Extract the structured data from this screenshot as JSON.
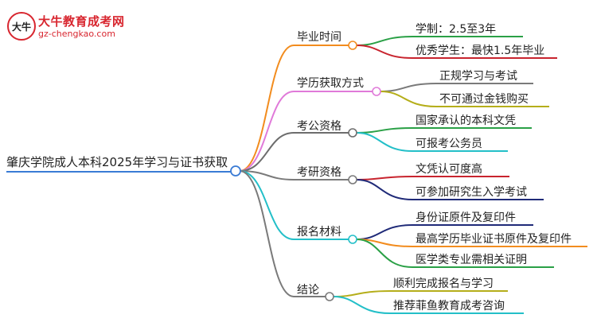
{
  "logo": {
    "badge_text": "大牛",
    "title": "大牛教育成考网",
    "url": "gz-chengkao.com"
  },
  "mindmap": {
    "root": "肇庆学院成人本科2025年学习与证书获取",
    "branches": [
      {
        "label": "毕业时间",
        "color": "#f28c1e",
        "leaves": [
          {
            "label": "学制：2.5至3年",
            "color": "#2aa046"
          },
          {
            "label": "优秀学生：最快1.5年毕业",
            "color": "#c8242e"
          }
        ]
      },
      {
        "label": "学历获取方式",
        "color": "#e07ad9",
        "leaves": [
          {
            "label": "正规学习与考试",
            "color": "#7a7a7a"
          },
          {
            "label": "不可通过金钱购买",
            "color": "#b5ae1a"
          }
        ]
      },
      {
        "label": "考公资格",
        "color": "#6d6d6d",
        "leaves": [
          {
            "label": "国家承认的本科文凭",
            "color": "#2aa046"
          },
          {
            "label": "可报考公务员",
            "color": "#23bfc8"
          }
        ]
      },
      {
        "label": "考研资格",
        "color": "#7a7a7a",
        "leaves": [
          {
            "label": "文凭认可度高",
            "color": "#c8242e"
          },
          {
            "label": "可参加研究生入学考试",
            "color": "#1f2a78"
          }
        ]
      },
      {
        "label": "报名材料",
        "color": "#23bfc8",
        "leaves": [
          {
            "label": "身份证原件及复印件",
            "color": "#1f2a78"
          },
          {
            "label": "最高学历毕业证书原件及复印件",
            "color": "#f28c1e"
          },
          {
            "label": "医学类专业需相关证明",
            "color": "#2aa046"
          }
        ]
      },
      {
        "label": "结论",
        "color": "#7a7a7a",
        "leaves": [
          {
            "label": "顺利完成报名与学习",
            "color": "#b5ae1a"
          },
          {
            "label": "推荐菲鱼教育成考咨询",
            "color": "#23bfc8"
          }
        ]
      }
    ],
    "root_color": "#3a7bd5"
  }
}
